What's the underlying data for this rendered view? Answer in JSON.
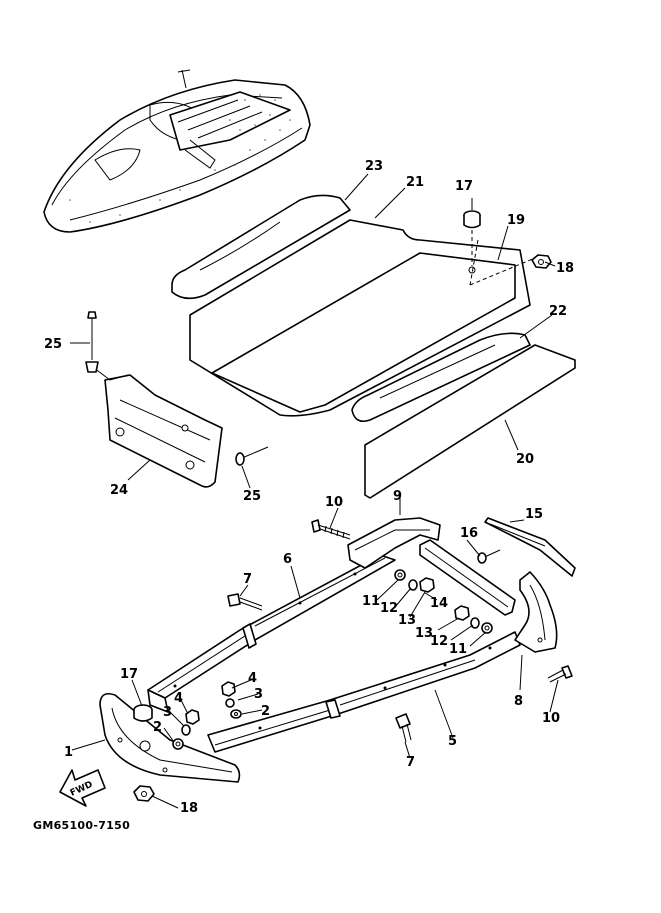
{
  "diagram": {
    "document_code": "GM65100-7150",
    "direction_label": "FWD",
    "callouts": {
      "c1": "1",
      "c2a": "2",
      "c2b": "2",
      "c3a": "3",
      "c3b": "3",
      "c4a": "4",
      "c4b": "4",
      "c5": "5",
      "c6": "6",
      "c7a": "7",
      "c7b": "7",
      "c8": "8",
      "c9": "9",
      "c10a": "10",
      "c10b": "10",
      "c11a": "11",
      "c11b": "11",
      "c12a": "12",
      "c12b": "12",
      "c13a": "13",
      "c13b": "13",
      "c14": "14",
      "c15": "15",
      "c16": "16",
      "c17a": "17",
      "c17b": "17",
      "c18a": "18",
      "c18b": "18",
      "c19": "19",
      "c20": "20",
      "c21": "21",
      "c22": "22",
      "c23": "23",
      "c24": "24",
      "c25a": "25",
      "c25b": "25"
    }
  }
}
